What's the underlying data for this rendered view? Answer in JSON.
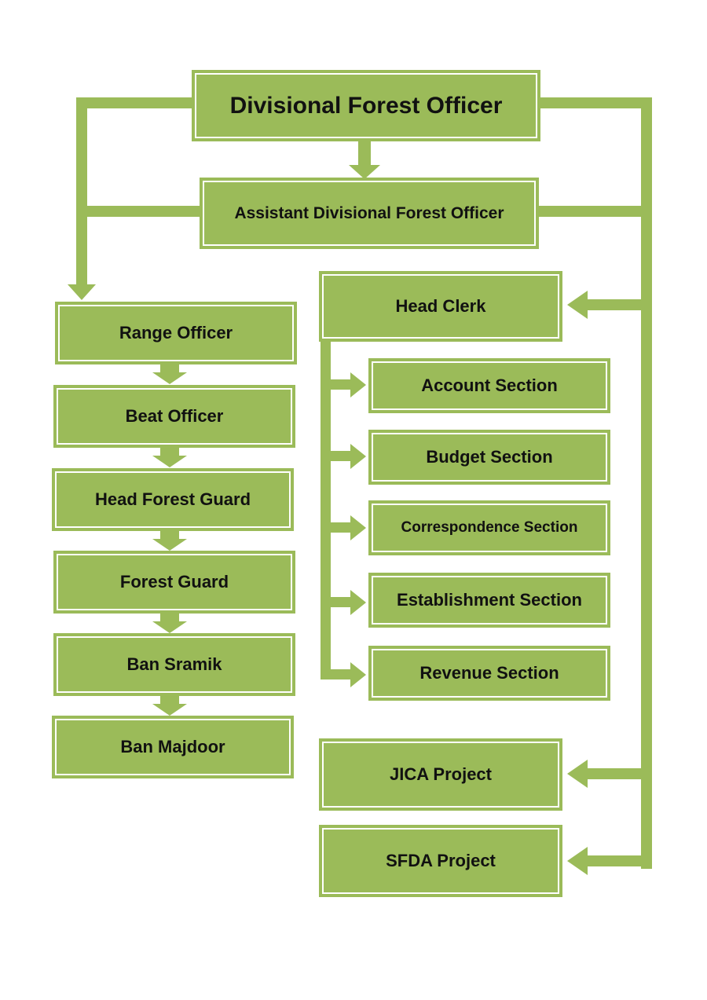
{
  "colors": {
    "fill": "#9bbb59",
    "inner_border": "#ffffff",
    "text": "#111111"
  },
  "top": {
    "dfo": "Divisional Forest Officer",
    "adfo": "Assistant Divisional Forest Officer"
  },
  "field_chain": [
    "Range Officer",
    "Beat Officer",
    "Head Forest Guard",
    "Forest Guard",
    "Ban Sramik",
    "Ban Majdoor"
  ],
  "office": {
    "head_clerk": "Head Clerk",
    "sections": [
      "Account Section",
      "Budget Section",
      "Correspondence Section",
      "Establishment Section",
      "Revenue Section"
    ]
  },
  "projects": [
    "JICA Project",
    "SFDA Project"
  ]
}
